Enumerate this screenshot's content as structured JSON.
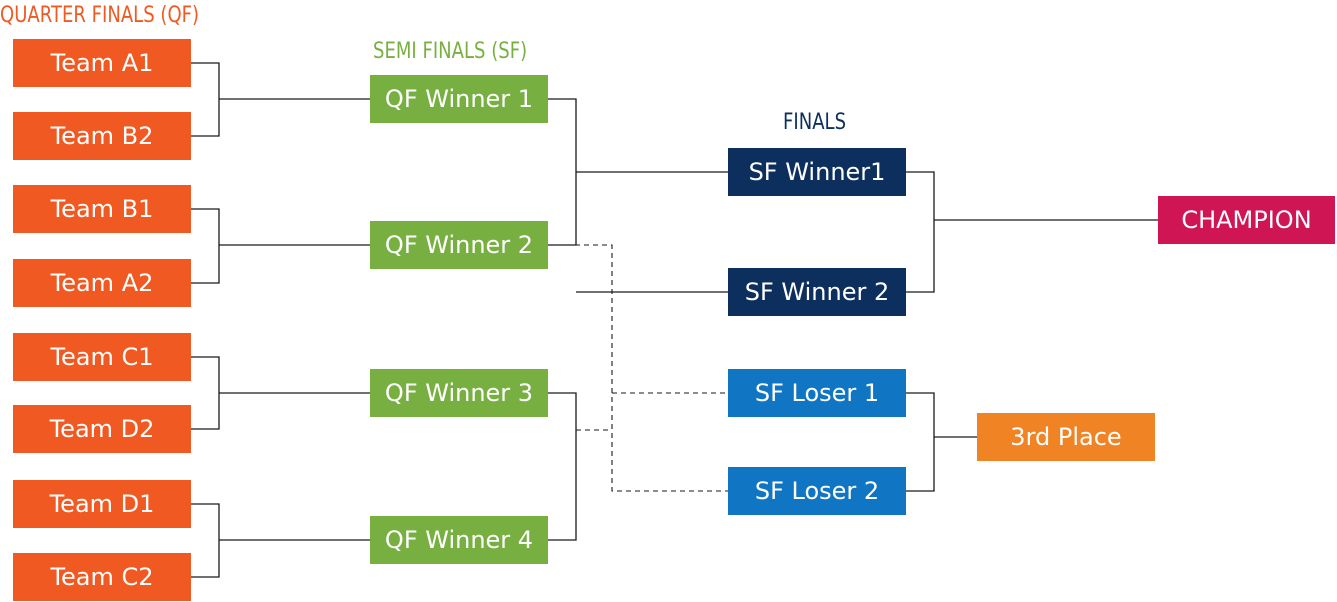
{
  "colors": {
    "quarter_finals": "#f05a22",
    "semi_finals": "#77b041",
    "finals": "#0d2f5e",
    "sf_losers": "#1076c4",
    "third_place": "#f08424",
    "champion": "#cf1554",
    "connector": "#1a1a1a"
  },
  "headings": {
    "quarter_finals": "QUARTER FINALS (QF)",
    "semi_finals": "SEMI FINALS (SF)",
    "finals": "FINALS"
  },
  "quarter_finals": {
    "teams": [
      "Team A1",
      "Team B2",
      "Team B1",
      "Team A2",
      "Team C1",
      "Team D2",
      "Team D1",
      "Team C2"
    ]
  },
  "semi_finals": {
    "slots": [
      "QF Winner 1",
      "QF Winner 2",
      "QF Winner 3",
      "QF Winner 4"
    ]
  },
  "finals": {
    "slots": [
      "SF Winner1",
      "SF Winner 2"
    ]
  },
  "third_place_match": {
    "slots": [
      "SF Loser 1",
      "SF Loser 2"
    ]
  },
  "results": {
    "champion": "CHAMPION",
    "third_place": "3rd Place"
  }
}
